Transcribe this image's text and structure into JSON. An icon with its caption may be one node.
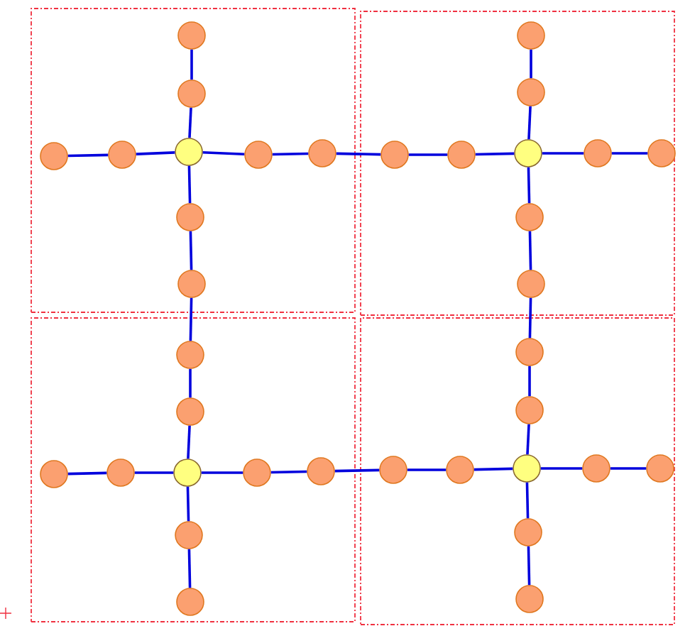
{
  "diagram": {
    "nodes": [
      {
        "text": [],
        "shape": "box"
      },
      {
        "text": [],
        "shape": "circle",
        "in": 0
      },
      {
        "text": [],
        "shape": "circle",
        "in": 0
      },
      {
        "text": [],
        "shape": "circle",
        "in": 0
      },
      {
        "text": [],
        "shape": "circle",
        "in": 0
      },
      {
        "text": [],
        "shape": "circle",
        "in": 0
      },
      {
        "text": [],
        "shape": "circle",
        "in": 0
      },
      {
        "text": [],
        "shape": "circle",
        "in": 0
      },
      {
        "text": [],
        "shape": "circle",
        "in": 0
      },
      {
        "text": [],
        "shape": "circle",
        "in": 0
      },
      {
        "text": [],
        "shape": "box"
      },
      {
        "text": [],
        "shape": "circle",
        "in": 10
      },
      {
        "text": [],
        "shape": "circle",
        "in": 10
      },
      {
        "text": [],
        "shape": "circle",
        "in": 10
      },
      {
        "text": [],
        "shape": "circle",
        "in": 10
      },
      {
        "text": [],
        "shape": "circle",
        "in": 10
      },
      {
        "text": [],
        "shape": "circle",
        "in": 10
      },
      {
        "text": [],
        "shape": "circle",
        "in": 10
      },
      {
        "text": [],
        "shape": "circle",
        "in": 10
      },
      {
        "text": [],
        "shape": "circle",
        "in": 10
      },
      {
        "text": [],
        "shape": "box"
      },
      {
        "text": [],
        "shape": "circle",
        "in": 20
      },
      {
        "text": [],
        "shape": "circle",
        "in": 20
      },
      {
        "text": [],
        "shape": "circle",
        "in": 20
      },
      {
        "text": [],
        "shape": "circle",
        "in": 20
      },
      {
        "text": [],
        "shape": "circle",
        "in": 20
      },
      {
        "text": [],
        "shape": "circle",
        "in": 20
      },
      {
        "text": [],
        "shape": "circle",
        "in": 20
      },
      {
        "text": [],
        "shape": "circle",
        "in": 20
      },
      {
        "text": [],
        "shape": "circle",
        "in": 20
      },
      {
        "text": [],
        "shape": "box"
      },
      {
        "text": [],
        "shape": "circle",
        "in": 30
      },
      {
        "text": [],
        "shape": "circle",
        "in": 30
      },
      {
        "text": [],
        "shape": "circle",
        "in": 30
      },
      {
        "text": [],
        "shape": "circle",
        "in": 30
      },
      {
        "text": [],
        "shape": "circle",
        "in": 30
      },
      {
        "text": [],
        "shape": "circle",
        "in": 30
      },
      {
        "text": [],
        "shape": "circle",
        "in": 30
      },
      {
        "text": [],
        "shape": "circle",
        "in": 30
      },
      {
        "text": [],
        "shape": "circle",
        "in": 30
      }
    ],
    "edges": [
      {
        "from": 1,
        "to": 2,
        "arrow": "none"
      },
      {
        "from": 2,
        "to": 5,
        "arrow": "none"
      },
      {
        "from": 3,
        "to": 4,
        "arrow": "none"
      },
      {
        "from": 4,
        "to": 5,
        "arrow": "none"
      },
      {
        "from": 5,
        "to": 6,
        "arrow": "none"
      },
      {
        "from": 6,
        "to": 7,
        "arrow": "none"
      },
      {
        "from": 5,
        "to": 8,
        "arrow": "none"
      },
      {
        "from": 8,
        "to": 9,
        "arrow": "none"
      },
      {
        "from": 11,
        "to": 12,
        "arrow": "none"
      },
      {
        "from": 12,
        "to": 15,
        "arrow": "none"
      },
      {
        "from": 13,
        "to": 14,
        "arrow": "none"
      },
      {
        "from": 14,
        "to": 15,
        "arrow": "none"
      },
      {
        "from": 15,
        "to": 16,
        "arrow": "none"
      },
      {
        "from": 16,
        "to": 17,
        "arrow": "none"
      },
      {
        "from": 15,
        "to": 18,
        "arrow": "none"
      },
      {
        "from": 18,
        "to": 19,
        "arrow": "none"
      },
      {
        "from": 21,
        "to": 22,
        "arrow": "none"
      },
      {
        "from": 22,
        "to": 25,
        "arrow": "none"
      },
      {
        "from": 23,
        "to": 24,
        "arrow": "none"
      },
      {
        "from": 24,
        "to": 25,
        "arrow": "none"
      },
      {
        "from": 25,
        "to": 26,
        "arrow": "none"
      },
      {
        "from": 26,
        "to": 27,
        "arrow": "none"
      },
      {
        "from": 25,
        "to": 28,
        "arrow": "none"
      },
      {
        "from": 28,
        "to": 29,
        "arrow": "none"
      },
      {
        "from": 31,
        "to": 32,
        "arrow": "none"
      },
      {
        "from": 32,
        "to": 35,
        "arrow": "none"
      },
      {
        "from": 33,
        "to": 34,
        "arrow": "none"
      },
      {
        "from": 34,
        "to": 35,
        "arrow": "none"
      },
      {
        "from": 35,
        "to": 36,
        "arrow": "none"
      },
      {
        "from": 36,
        "to": 37,
        "arrow": "none"
      },
      {
        "from": 35,
        "to": 38,
        "arrow": "none"
      },
      {
        "from": 38,
        "to": 39,
        "arrow": "none"
      },
      {
        "from": 7,
        "to": 13,
        "arrow": "none"
      },
      {
        "from": 9,
        "to": 21,
        "arrow": "none"
      },
      {
        "from": 19,
        "to": 31,
        "arrow": "none"
      },
      {
        "from": 27,
        "to": 33,
        "arrow": "none"
      }
    ]
  }
}
